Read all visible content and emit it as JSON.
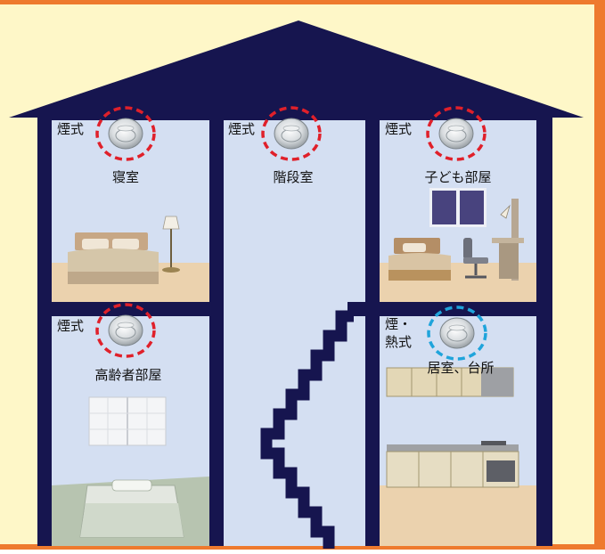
{
  "rooms": {
    "bedroom": {
      "label": "寝室",
      "detector_type": "煙式",
      "ring": "#E0202A"
    },
    "stairwell": {
      "label": "階段室",
      "detector_type": "煙式",
      "ring": "#E0202A"
    },
    "kids_room": {
      "label": "子ども部屋",
      "detector_type": "煙式",
      "ring": "#E0202A"
    },
    "elderly_room": {
      "label": "高齢者部屋",
      "detector_type": "煙式",
      "ring": "#E0202A"
    },
    "living_kitchen": {
      "label": "居室、台所",
      "detector_type_line1": "煙・",
      "detector_type_line2": "熱式",
      "ring": "#1FA4DB"
    }
  },
  "colors": {
    "frame": "#EE7A2E",
    "background": "#FEF7C8",
    "house": "#16154F",
    "wall": "#D4DFF2",
    "floor": "#EBD2AE",
    "floor_green": "#B7C4B0"
  },
  "icons": [
    "smoke-detector-icon",
    "bed-icon",
    "floor-lamp-icon",
    "window-icon",
    "desk-icon",
    "chair-icon",
    "kitchen-counter-icon",
    "cabinet-icon",
    "futon-icon"
  ]
}
